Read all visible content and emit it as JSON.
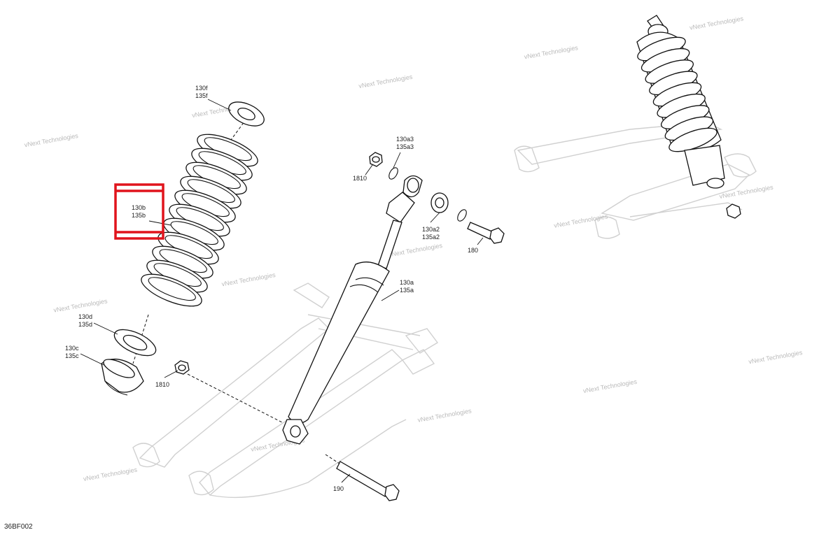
{
  "diagram": {
    "doc_code": "36BF002",
    "watermark_line1": "vNext Technologies",
    "watermark_line2": "Technologies",
    "labels": {
      "l130f": "130f",
      "l135f": "135f",
      "l130b": "130b",
      "l135b": "135b",
      "l130d": "130d",
      "l135d": "135d",
      "l130c": "130c",
      "l135c": "135c",
      "l1810a": "1810",
      "l1810b": "1810",
      "l130a3": "130a3",
      "l135a3": "135a3",
      "l130a2": "130a2",
      "l135a2": "135a2",
      "l180": "180",
      "l130a": "130a",
      "l135a": "135a",
      "l190": "190"
    },
    "highlight_color": "#e0141c"
  }
}
